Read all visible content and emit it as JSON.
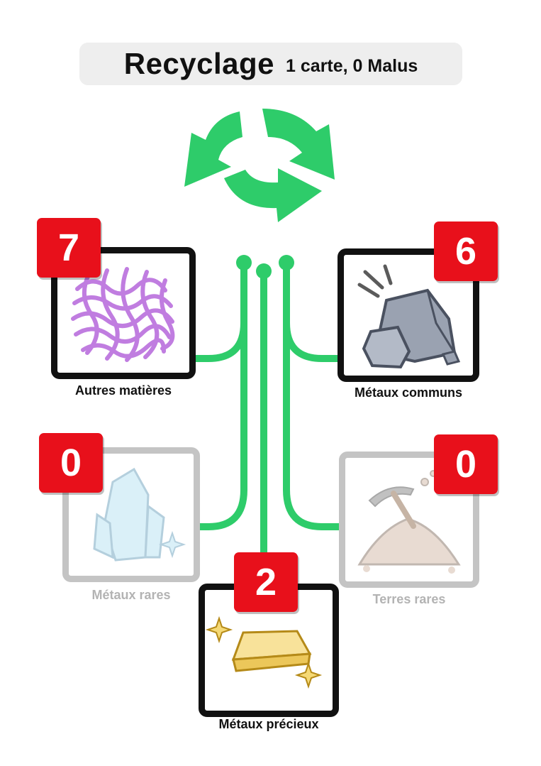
{
  "header": {
    "title": "Recyclage",
    "subtitle": "1 carte, 0 Malus"
  },
  "center_icon": "recycle-icon",
  "colors": {
    "recycle_green": "#2ecc6a",
    "badge_red": "#e8101b",
    "card_border": "#111111",
    "card_border_dim": "#c4c4c4"
  },
  "categories": [
    {
      "id": "autres",
      "label": "Autres matières",
      "count": "7",
      "icon": "fiber-mesh-icon",
      "active": true
    },
    {
      "id": "communs",
      "label": "Métaux communs",
      "count": "6",
      "icon": "rock-ore-icon",
      "active": true
    },
    {
      "id": "rares",
      "label": "Métaux rares",
      "count": "0",
      "icon": "crystal-icon",
      "active": false
    },
    {
      "id": "terres",
      "label": "Terres rares",
      "count": "0",
      "icon": "pickaxe-mound-icon",
      "active": false
    },
    {
      "id": "precieux",
      "label": "Métaux précieux",
      "count": "2",
      "icon": "gold-bar-icon",
      "active": true
    }
  ]
}
